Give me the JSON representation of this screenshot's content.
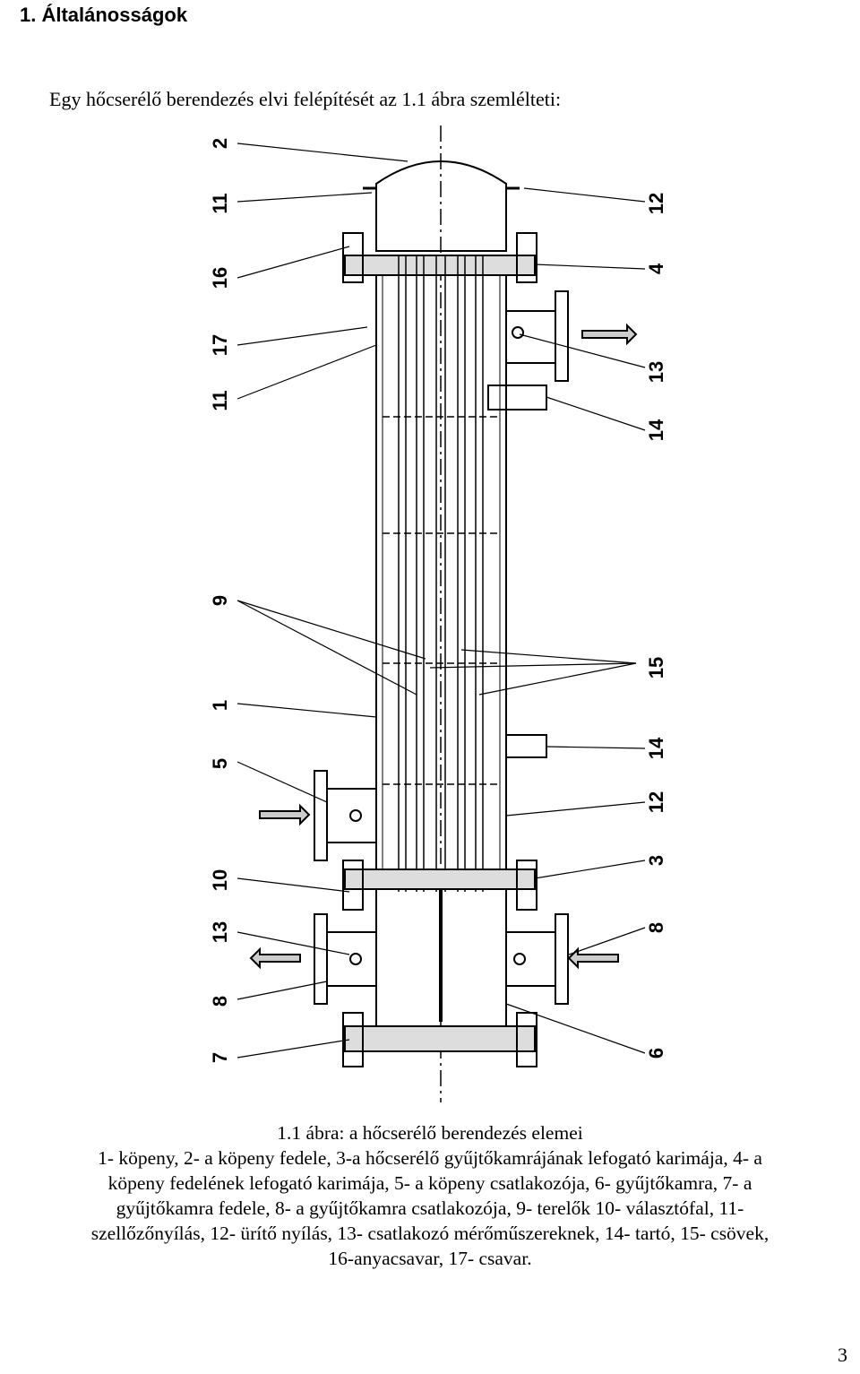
{
  "heading": "1. Általánosságok",
  "intro": "Egy hőcserélő berendezés elvi felépítését az 1.1 ábra szemlélteti:",
  "figure": {
    "labels": {
      "l2": "2",
      "l11a": "11",
      "l16": "16",
      "l17": "17",
      "l11b": "11",
      "l9": "9",
      "l1": "1",
      "l5": "5",
      "l10": "10",
      "l13a": "13",
      "l8a": "8",
      "l7": "7",
      "r12a": "12",
      "r4": "4",
      "r13": "13",
      "r14a": "14",
      "r15": "15",
      "r14b": "14",
      "r12b": "12",
      "r3": "3",
      "r8": "8",
      "r6": "6"
    }
  },
  "caption": {
    "line1": "1.1 ábra: a hőcserélő berendezés elemei",
    "line2": "1- köpeny, 2- a köpeny fedele, 3-a hőcserélő gyűjtőkamrájának lefogató karimája, 4- a",
    "line3": "köpeny fedelének lefogató karimája, 5- a köpeny csatlakozója, 6- gyűjtőkamra, 7- a",
    "line4": "gyűjtőkamra fedele, 8- a gyűjtőkamra csatlakozója, 9- terelők 10- választófal, 11-",
    "line5": "szellőzőnyílás, 12- ürítő nyílás, 13- csatlakozó mérőműszereknek, 14- tartó, 15- csövek,",
    "line6": "16-anyacsavar, 17- csavar."
  },
  "page_number": "3"
}
